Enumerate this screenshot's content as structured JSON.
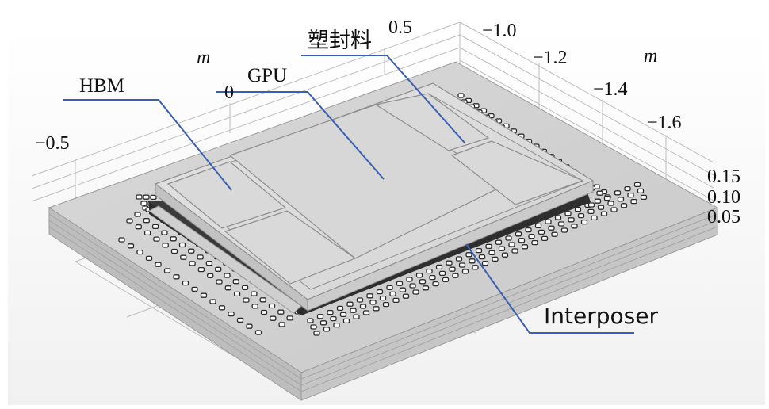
{
  "labels": {
    "hbm": "HBM",
    "gpu": "GPU",
    "mold": "塑封料",
    "interposer": "Interposer"
  },
  "axes": {
    "x_unit": "m",
    "y_unit": "m",
    "x_ticks": [
      "−0.5",
      "0",
      "0.5"
    ],
    "y_ticks": [
      "−1.0",
      "−1.2",
      "−1.4",
      "−1.6"
    ],
    "z_ticks": [
      "0.15",
      "0.10",
      "0.05"
    ]
  },
  "colors": {
    "leader_line": "#3b5fb0",
    "grid": "#b9b9b9",
    "substrate": "#cfcfcf",
    "chip": "#dcdcdc",
    "bump": "#2a2a2a"
  }
}
